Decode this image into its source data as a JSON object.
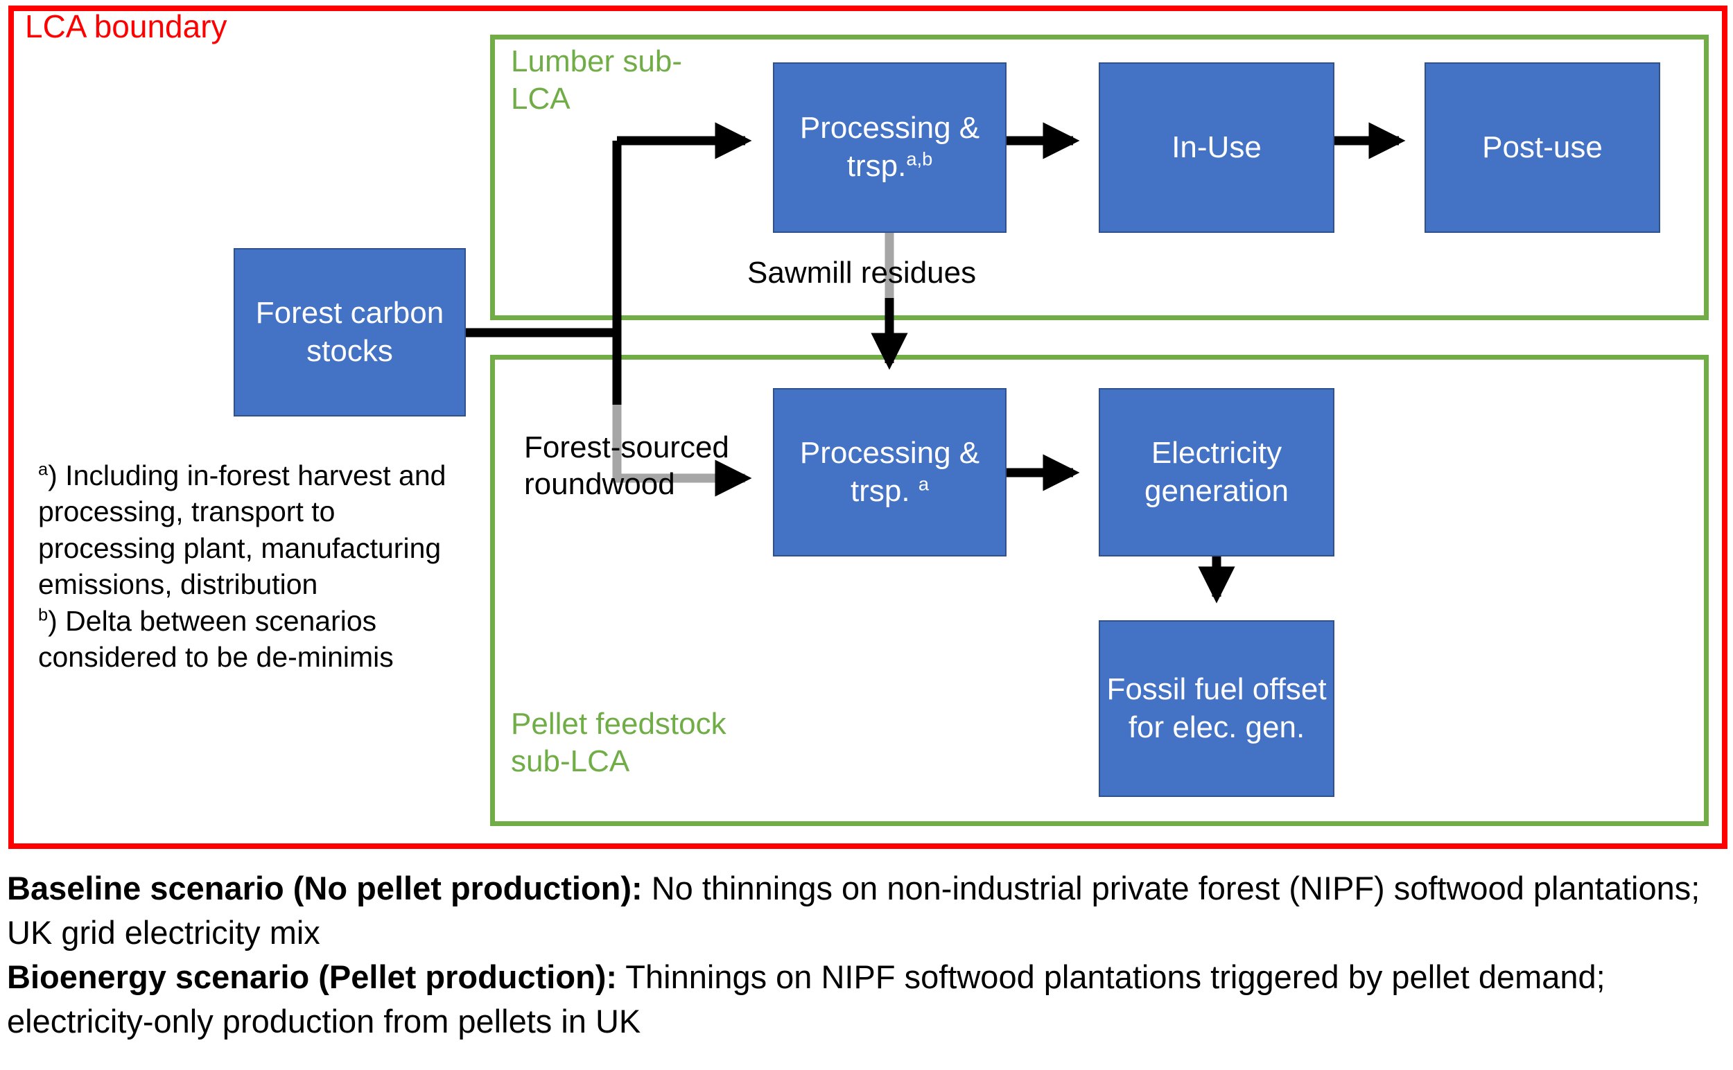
{
  "colors": {
    "boundary": "#FF0000",
    "sub_boundary": "#70AD47",
    "box_fill": "#4472C4",
    "box_text": "#FFFFFF",
    "arrow": "#000000",
    "arrow_secondary": "#A6A6A6"
  },
  "boundary": {
    "label": "LCA boundary"
  },
  "sub_lcas": [
    {
      "id": "lumber",
      "label": "Lumber sub-LCA"
    },
    {
      "id": "pellet",
      "label": "Pellet feedstock sub-LCA"
    }
  ],
  "boxes": {
    "forest_carbon_stocks": "Forest carbon stocks",
    "processing_lumber": "Processing & trsp.",
    "processing_lumber_footnote": "a,b",
    "in_use": "In-Use",
    "post_use": "Post-use",
    "processing_pellet": "Processing & trsp. ",
    "processing_pellet_footnote": "a",
    "electricity_generation": "Electricity generation",
    "fossil_fuel_offset": "Fossil fuel offset for elec. gen."
  },
  "flow_labels": {
    "sawmill_residues": "Sawmill residues",
    "forest_sourced_roundwood": "Forest-sourced roundwood"
  },
  "footnotes": {
    "a_marker": "a",
    "a_text": ") Including in-forest harvest and processing, transport to processing plant, manufacturing emissions, distribution",
    "b_marker": "b",
    "b_text": ") Delta between scenarios considered to be de-minimis"
  },
  "caption": {
    "baseline_title": "Baseline scenario (No pellet production):",
    "baseline_text": " No thinnings on non-industrial private forest (NIPF) softwood plantations; UK grid electricity mix",
    "bioenergy_title": "Bioenergy scenario (Pellet production):",
    "bioenergy_text": " Thinnings on NIPF softwood plantations triggered by pellet demand; electricity-only production from pellets in UK"
  }
}
